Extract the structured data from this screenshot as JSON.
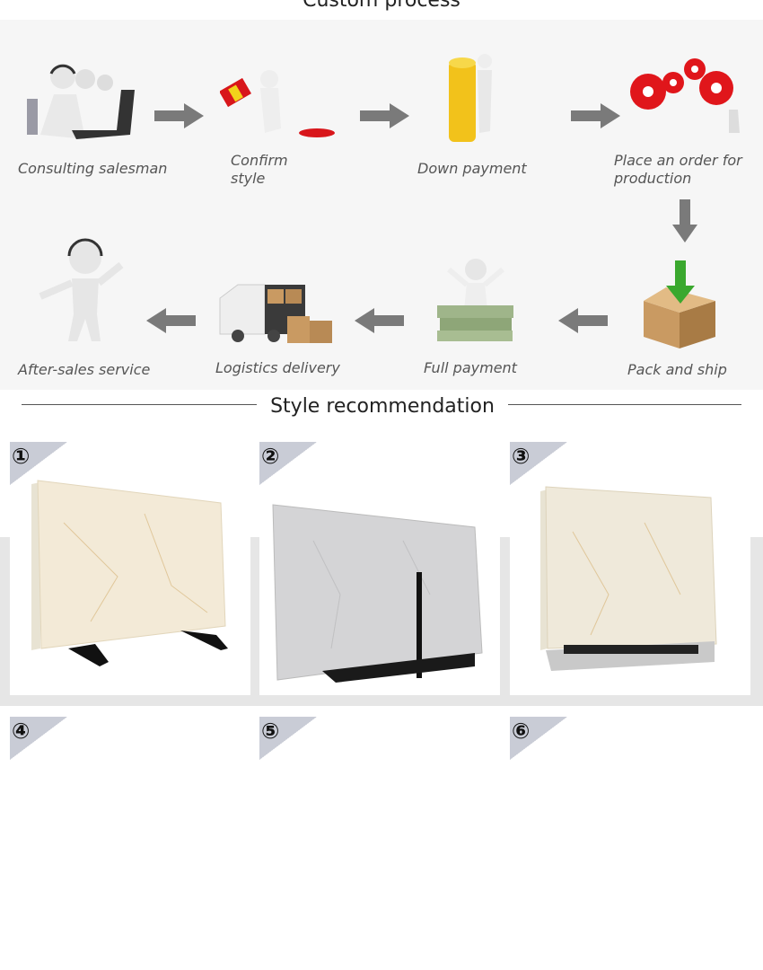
{
  "process": {
    "title": "Custom process",
    "steps": [
      {
        "label": "Consulting salesman"
      },
      {
        "label": "Confirm style"
      },
      {
        "label": "Down payment"
      },
      {
        "label": "Place an order for production"
      },
      {
        "label": "Pack and ship"
      },
      {
        "label": "Full payment"
      },
      {
        "label": "Logistics delivery"
      },
      {
        "label": "After-sales service"
      }
    ]
  },
  "recommendation": {
    "title": "Style recommendation",
    "items": [
      {
        "num": "①"
      },
      {
        "num": "②"
      },
      {
        "num": "③"
      },
      {
        "num": "④"
      },
      {
        "num": "⑤"
      },
      {
        "num": "⑥"
      }
    ]
  },
  "colors": {
    "panel": "#f6f6f6",
    "arrow": "#7a7a7a",
    "badge": "#c9ccd6",
    "gear": "#e0161b",
    "coin": "#f2c21b"
  }
}
